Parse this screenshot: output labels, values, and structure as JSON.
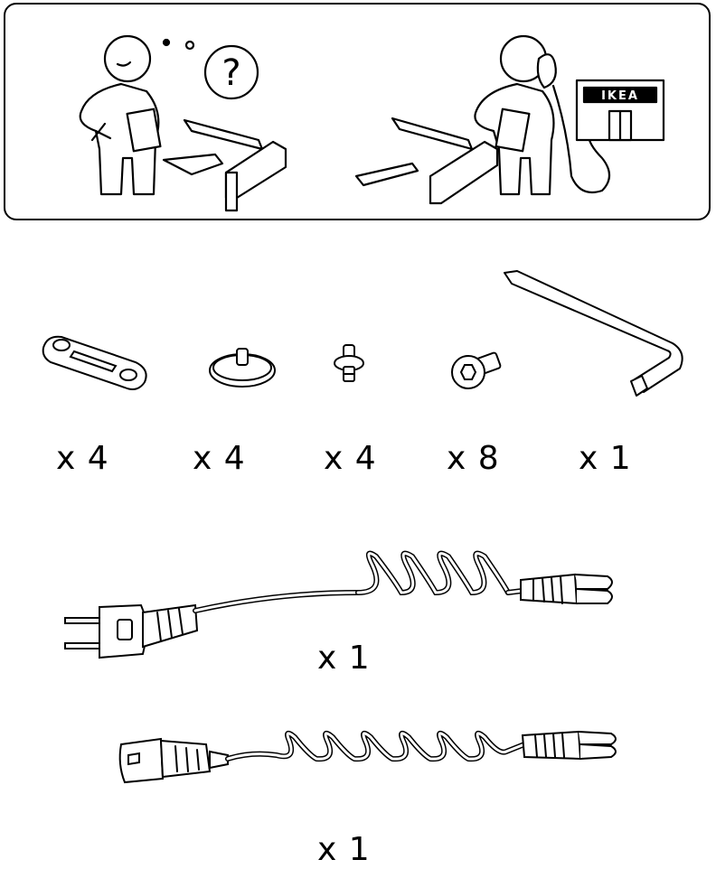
{
  "help_panel": {
    "store_sign": "IKEA",
    "question_symbol": "?"
  },
  "hardware_parts": [
    {
      "name": "connector-plate",
      "quantity": "x 4"
    },
    {
      "name": "glide-disc",
      "quantity": "x 4"
    },
    {
      "name": "pin-bolt",
      "quantity": "x 4"
    },
    {
      "name": "hex-screw",
      "quantity": "x 8"
    },
    {
      "name": "allen-key",
      "quantity": "x 1"
    }
  ],
  "cables": [
    {
      "name": "wall-plug-coiled-cable",
      "quantity": "x 1"
    },
    {
      "name": "c13-coiled-cable",
      "quantity": "x 1"
    }
  ]
}
